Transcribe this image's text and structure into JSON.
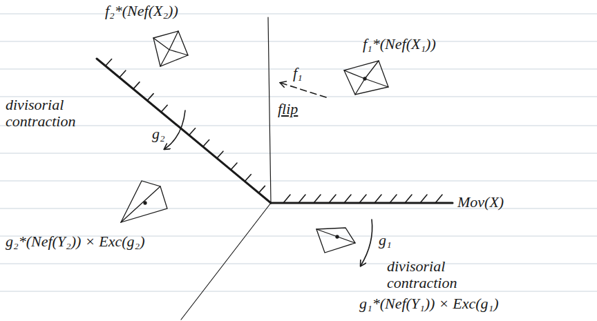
{
  "diagram": {
    "labels": [
      "f₂*(Nef(X₂))",
      "f₁*(Nef(X₁))",
      "f₁",
      "flip",
      "divisorial contraction",
      "g₂",
      "g₁",
      "Mov(X)",
      "divisorial contraction",
      "g₂*(Nef(Y₂)) × Exc(g₂)",
      "g₁*(Nef(Y₁)) × Exc(g₁)"
    ]
  }
}
